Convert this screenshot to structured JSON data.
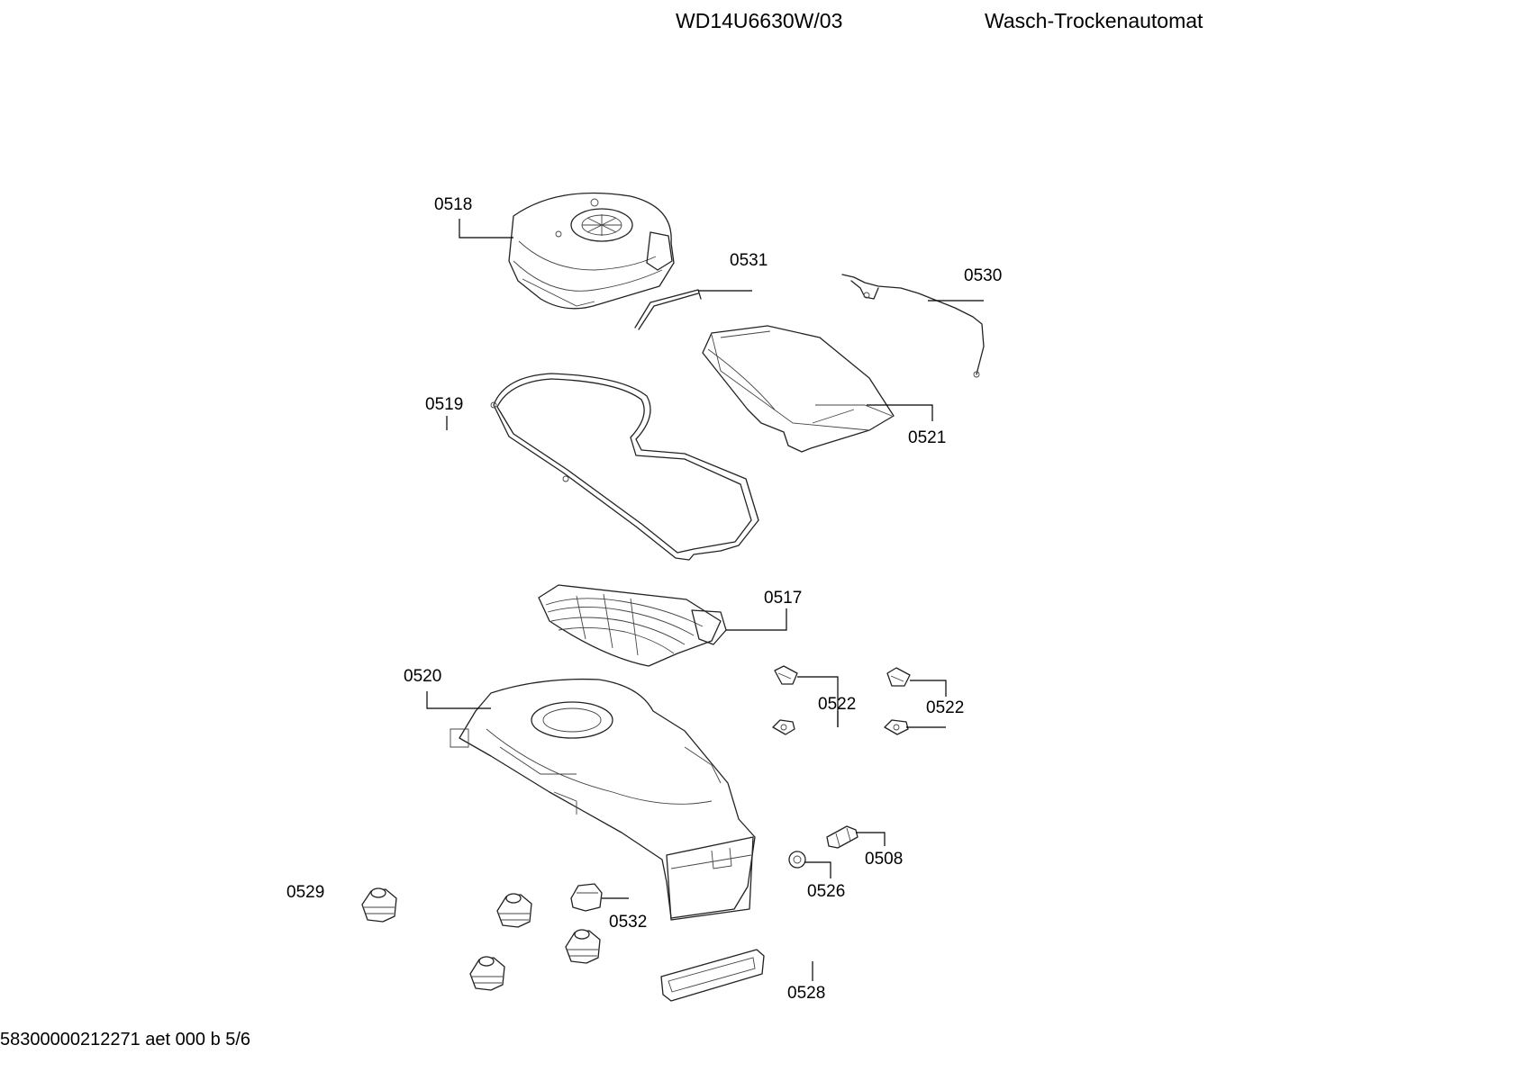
{
  "header": {
    "model": "WD14U6630W/03",
    "product": "Wasch-Trockenautomat"
  },
  "footer": {
    "doc_code": "58300000212271 aet 000 b 5/6"
  },
  "parts": {
    "p0518": "0518",
    "p0531": "0531",
    "p0530": "0530",
    "p0519": "0519",
    "p0521": "0521",
    "p0517": "0517",
    "p0520": "0520",
    "p0522a": "0522",
    "p0522b": "0522",
    "p0508": "0508",
    "p0526": "0526",
    "p0529": "0529",
    "p0532": "0532",
    "p0528": "0528"
  }
}
